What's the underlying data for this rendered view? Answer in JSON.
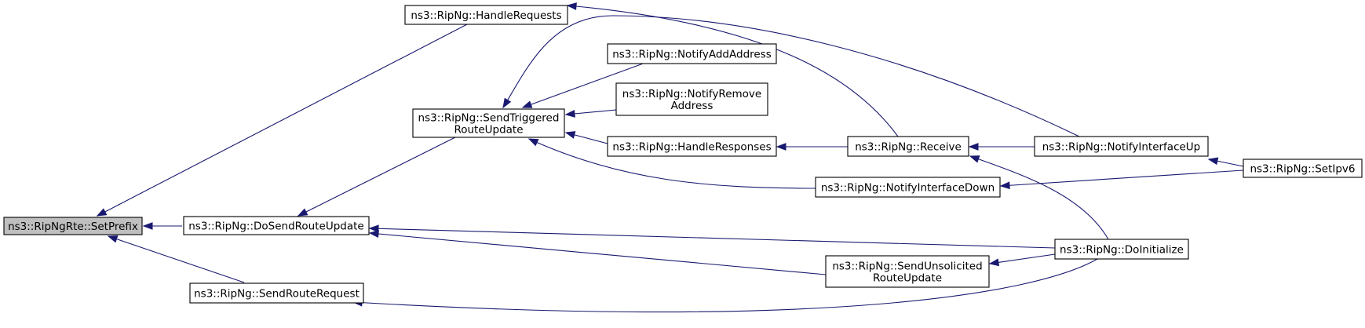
{
  "diagram": {
    "type": "caller-graph",
    "colors": {
      "edge": "#191970",
      "root_fill": "#bfbfbf",
      "node_fill": "#ffffff",
      "node_border": "#000000"
    },
    "nodes": [
      {
        "id": "setprefix",
        "lines": [
          "ns3::RipNgRte::SetPrefix"
        ],
        "root": true
      },
      {
        "id": "handlerequests",
        "lines": [
          "ns3::RipNg::HandleRequests"
        ]
      },
      {
        "id": "dosendrouteupdate",
        "lines": [
          "ns3::RipNg::DoSendRouteUpdate"
        ]
      },
      {
        "id": "sendrouterequest",
        "lines": [
          "ns3::RipNg::SendRouteRequest"
        ]
      },
      {
        "id": "sendtriggered",
        "lines": [
          "ns3::RipNg::SendTriggered",
          "RouteUpdate"
        ]
      },
      {
        "id": "notifyaddaddress",
        "lines": [
          "ns3::RipNg::NotifyAddAddress"
        ]
      },
      {
        "id": "notifyremoveaddress",
        "lines": [
          "ns3::RipNg::NotifyRemove",
          "Address"
        ]
      },
      {
        "id": "handleresponses",
        "lines": [
          "ns3::RipNg::HandleResponses"
        ]
      },
      {
        "id": "notifyinterfacedown",
        "lines": [
          "ns3::RipNg::NotifyInterfaceDown"
        ]
      },
      {
        "id": "receive",
        "lines": [
          "ns3::RipNg::Receive"
        ]
      },
      {
        "id": "notifyinterfaceup",
        "lines": [
          "ns3::RipNg::NotifyInterfaceUp"
        ]
      },
      {
        "id": "setipv6",
        "lines": [
          "ns3::RipNg::SetIpv6"
        ]
      },
      {
        "id": "doinitialize",
        "lines": [
          "ns3::RipNg::DoInitialize"
        ]
      },
      {
        "id": "sendunsolicited",
        "lines": [
          "ns3::RipNg::SendUnsolicited",
          "RouteUpdate"
        ]
      }
    ],
    "edges": [
      {
        "from": "handlerequests",
        "to": "setprefix"
      },
      {
        "from": "dosendrouteupdate",
        "to": "setprefix"
      },
      {
        "from": "sendrouterequest",
        "to": "setprefix"
      },
      {
        "from": "receive",
        "to": "handlerequests"
      },
      {
        "from": "sendtriggered",
        "to": "dosendrouteupdate"
      },
      {
        "from": "doinitialize",
        "to": "dosendrouteupdate"
      },
      {
        "from": "sendunsolicited",
        "to": "dosendrouteupdate"
      },
      {
        "from": "doinitialize",
        "to": "sendrouterequest"
      },
      {
        "from": "notifyinterfaceup",
        "to": "sendtriggered"
      },
      {
        "from": "notifyaddaddress",
        "to": "sendtriggered"
      },
      {
        "from": "notifyremoveaddress",
        "to": "sendtriggered"
      },
      {
        "from": "handleresponses",
        "to": "sendtriggered"
      },
      {
        "from": "notifyinterfacedown",
        "to": "sendtriggered"
      },
      {
        "from": "receive",
        "to": "handleresponses"
      },
      {
        "from": "notifyinterfaceup",
        "to": "receive"
      },
      {
        "from": "doinitialize",
        "to": "receive"
      },
      {
        "from": "setipv6",
        "to": "notifyinterfaceup"
      },
      {
        "from": "setipv6",
        "to": "notifyinterfacedown"
      },
      {
        "from": "doinitialize",
        "to": "sendunsolicited"
      }
    ]
  }
}
